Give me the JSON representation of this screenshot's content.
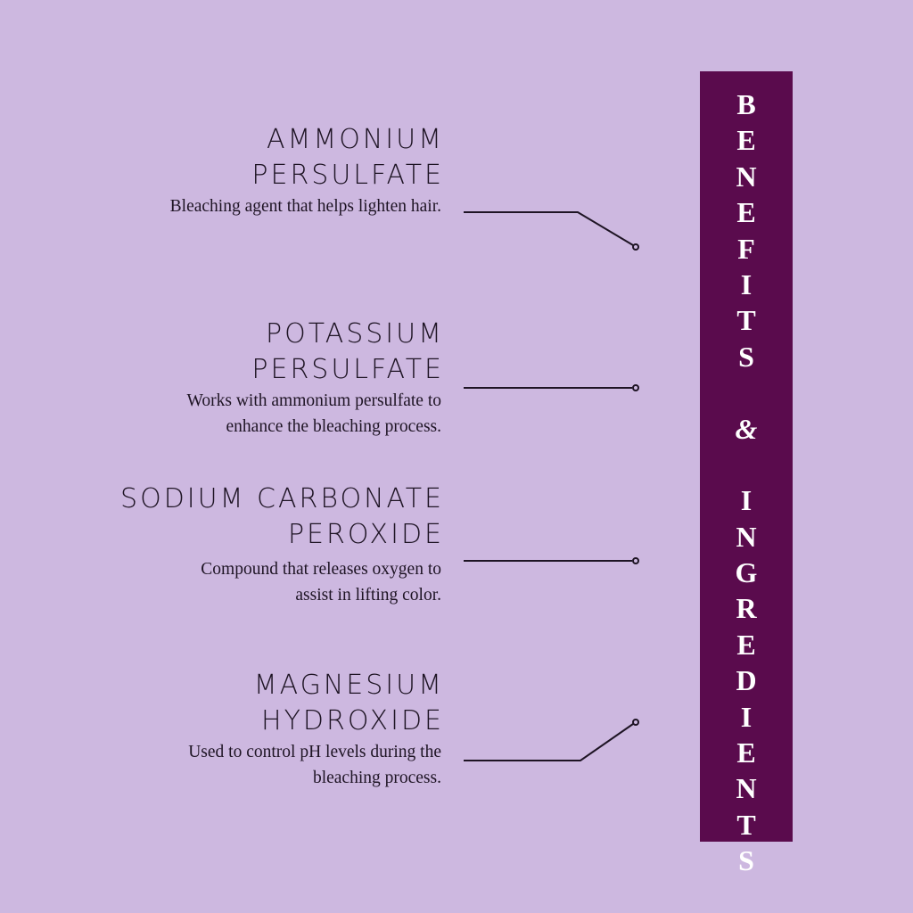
{
  "colors": {
    "background": "#cdb8e0",
    "bar": "#5a0b4d",
    "text": "#1e1424",
    "bar_text": "#ffffff"
  },
  "sidebar_banner": {
    "label": "BENEFITS & INGREDIENTS",
    "letters": [
      "B",
      "E",
      "N",
      "E",
      "F",
      "I",
      "T",
      "S",
      "",
      "&",
      "",
      "I",
      "N",
      "G",
      "R",
      "E",
      "D",
      "I",
      "E",
      "N",
      "T",
      "S"
    ]
  },
  "ingredients": [
    {
      "title_line1": "AMMONIUM",
      "title_line2": "PERSULFATE",
      "desc_line1": "Bleaching agent that helps lighten hair.",
      "desc_line2": ""
    },
    {
      "title_line1": "POTASSIUM",
      "title_line2": "PERSULFATE",
      "desc_line1": "Works with ammonium persulfate to",
      "desc_line2": "enhance the bleaching process."
    },
    {
      "title_line1": "SODIUM CARBONATE",
      "title_line2": "PEROXIDE",
      "desc_line1": "Compound that releases oxygen to",
      "desc_line2": "assist in lifting color."
    },
    {
      "title_line1": "MAGNESIUM",
      "title_line2": "HYDROXIDE",
      "desc_line1": "Used to control pH levels during the",
      "desc_line2": "bleaching process."
    }
  ]
}
